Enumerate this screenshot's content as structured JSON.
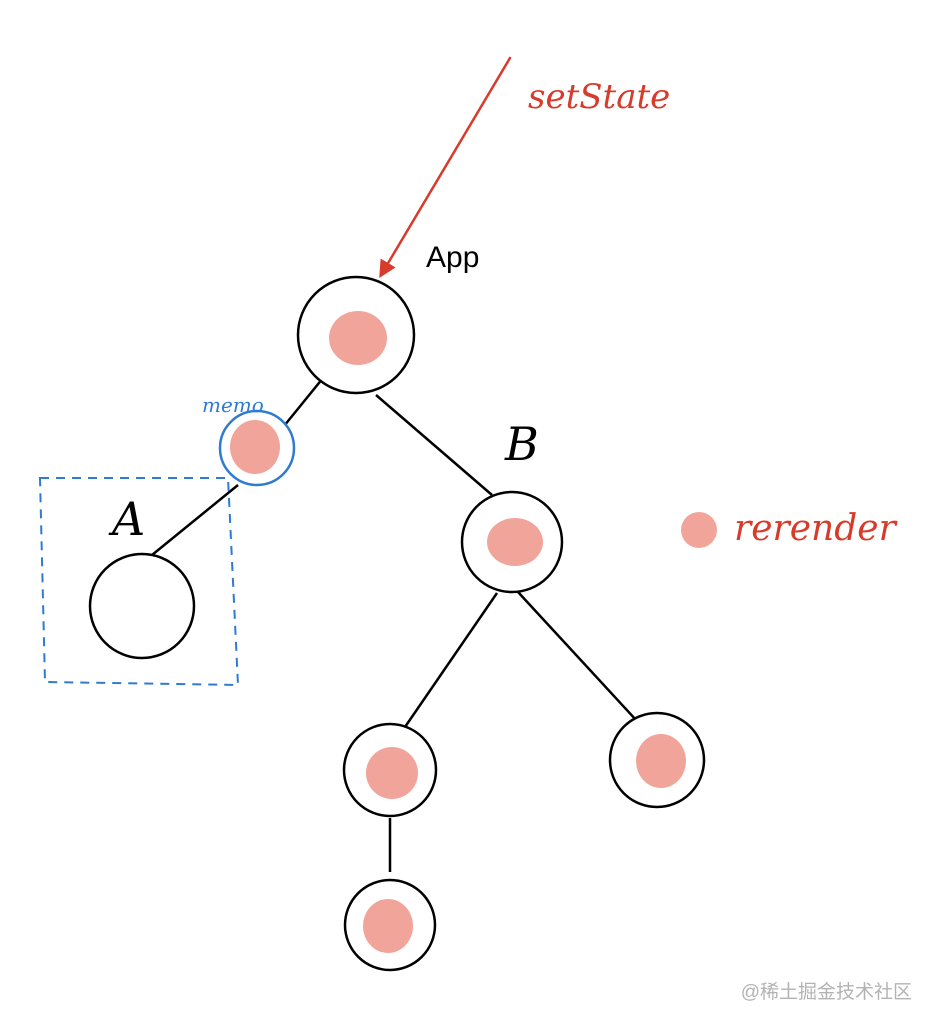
{
  "labels": {
    "action": "setState",
    "root": "App",
    "memo": "memo",
    "node_a": "A",
    "node_b": "B",
    "legend": "rerender",
    "watermark": "@稀土掘金技术社区"
  },
  "colors": {
    "action": "#d63b2b",
    "memo": "#2f7bd0",
    "rerender_fill": "#f1a59a",
    "outline": "#000000"
  },
  "legend": {
    "marker": "rerender-dot",
    "meaning": "rerender"
  },
  "tree": {
    "root": "App",
    "nodes": [
      {
        "id": "app",
        "label": "App",
        "rerender": true,
        "parent": null
      },
      {
        "id": "memo",
        "label": "memo",
        "rerender": true,
        "parent": "app"
      },
      {
        "id": "a",
        "label": "A",
        "rerender": false,
        "parent": "memo"
      },
      {
        "id": "b",
        "label": "B",
        "rerender": true,
        "parent": "app"
      },
      {
        "id": "b-left",
        "label": "",
        "rerender": true,
        "parent": "b"
      },
      {
        "id": "b-right",
        "label": "",
        "rerender": true,
        "parent": "b"
      },
      {
        "id": "b-left-child",
        "label": "",
        "rerender": true,
        "parent": "b-left"
      }
    ]
  }
}
